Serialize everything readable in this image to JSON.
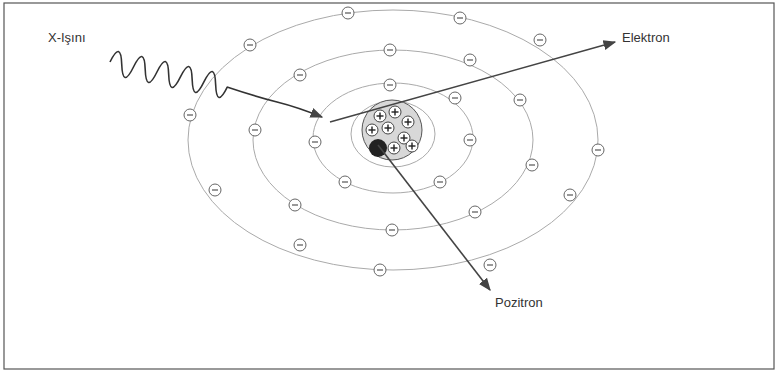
{
  "diagram": {
    "labels": [
      "X-Işını",
      "Elektron",
      "Pozitron"
    ]
  }
}
